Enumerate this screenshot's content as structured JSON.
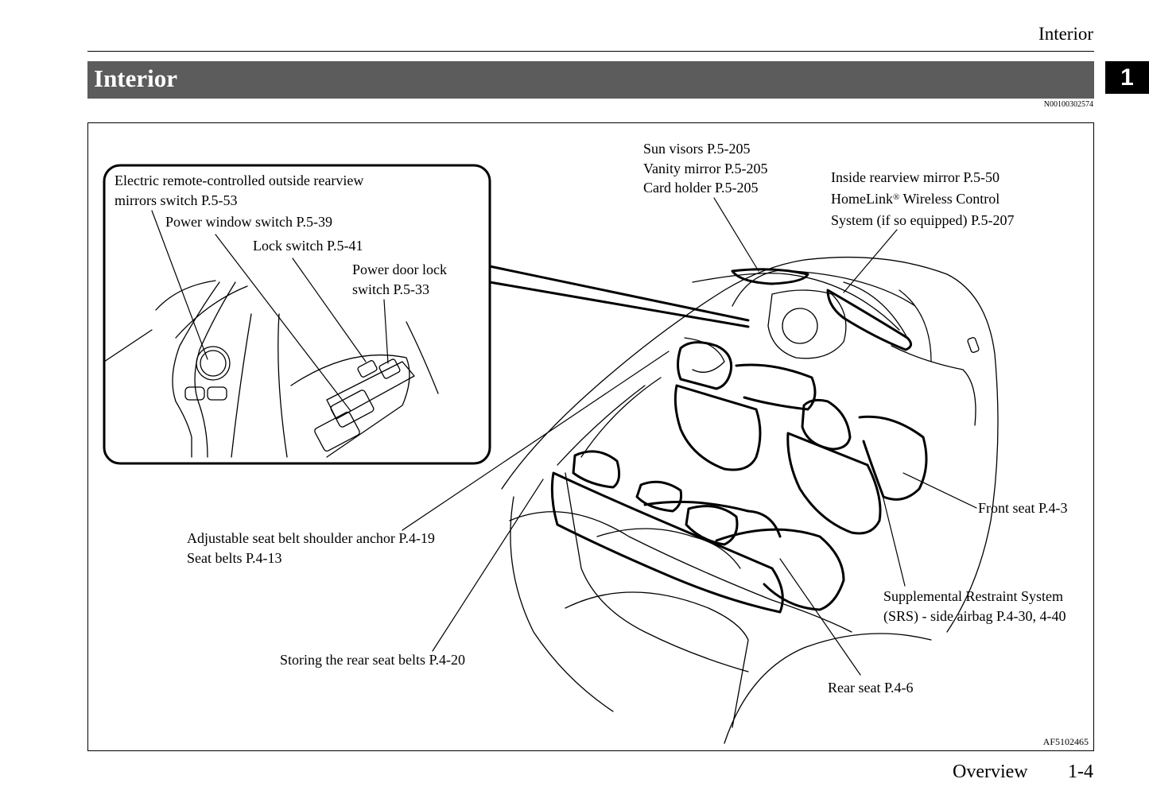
{
  "header": {
    "running_head": "Interior",
    "title": "Interior",
    "chapter_tab": "1",
    "doc_id": "N00100302574"
  },
  "figure": {
    "figure_id": "AF5102465",
    "labels": {
      "mirrors_switch_1": "Electric remote-controlled outside rearview",
      "mirrors_switch_2": "mirrors switch P.5-53",
      "power_window_switch": "Power window switch P.5-39",
      "lock_switch": "Lock switch P.5-41",
      "power_door_lock_1": "Power door lock",
      "power_door_lock_2": "switch P.5-33",
      "sun_visors": "Sun visors P.5-205",
      "vanity_mirror": "Vanity mirror P.5-205",
      "card_holder": "Card holder P.5-205",
      "inside_mirror": "Inside rearview mirror P.5-50",
      "homelink_a": "HomeLink",
      "homelink_reg": "®",
      "homelink_b": " Wireless Control",
      "homelink_2": "System (if so equipped) P.5-207",
      "shoulder_anchor": "Adjustable seat belt shoulder anchor P.4-19",
      "seat_belts": "Seat belts P.4-13",
      "storing_rear_belts": "Storing the rear seat belts P.4-20",
      "front_seat": "Front seat P.4-3",
      "srs_1": "Supplemental Restraint System",
      "srs_2": "(SRS) - side airbag P.4-30, 4-40",
      "rear_seat": "Rear seat P.4-6"
    }
  },
  "footer": {
    "section": "Overview",
    "page": "1-4"
  }
}
